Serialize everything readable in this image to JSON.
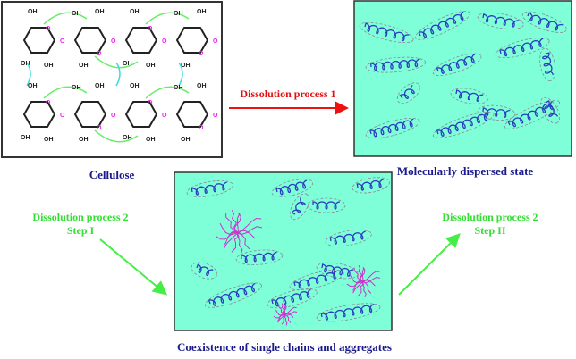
{
  "labels": {
    "cellulose": "Cellulose",
    "process1": "Dissolution process 1",
    "dispersed": "Molecularly dispersed state",
    "process2_step1_line1": "Dissolution process 2",
    "process2_step1_line2": "Step I",
    "process2_step2_line1": "Dissolution process 2",
    "process2_step2_line2": "Step II",
    "coexistence": "Coexistence of single chains and aggregates"
  },
  "structure": {
    "hydroxyl": "OH",
    "oxygen": "O"
  },
  "colors": {
    "solution": "#7fffd8",
    "chain": "#2a3fc0",
    "aggregate": "#cc33cc",
    "hbond_green": "#66ee66",
    "hbond_cyan": "#33dddd",
    "oxygen": "#ee22ee",
    "arrow_red": "#ee1111",
    "arrow_green": "#44ee44",
    "title_navy": "#1a1a8c"
  }
}
